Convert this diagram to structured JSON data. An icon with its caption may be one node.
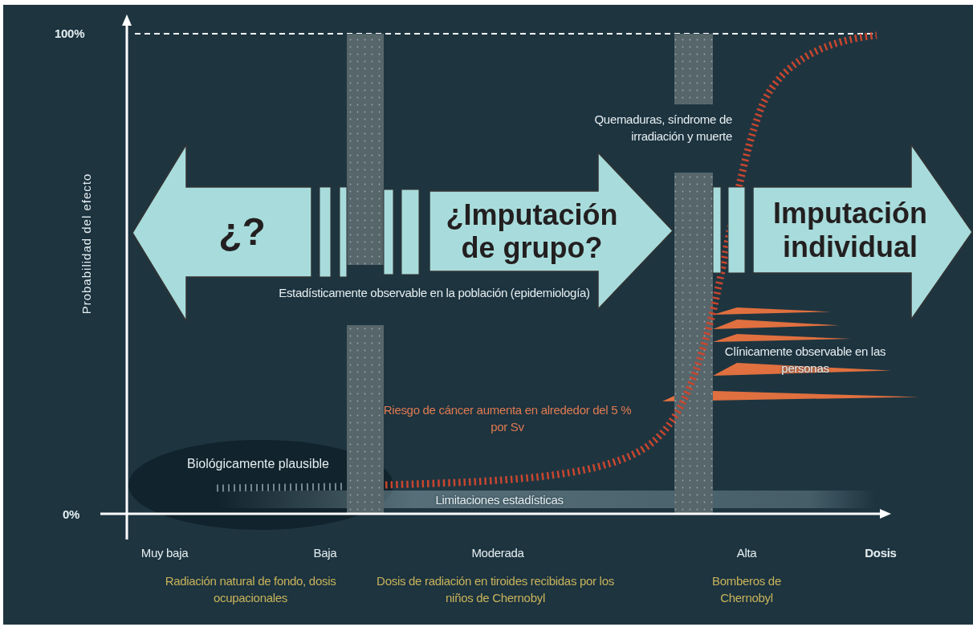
{
  "diagram": {
    "nodes": [
      {
        "text": [
          "¿?"
        ]
      },
      {
        "text": [
          "¿Imputación de grupo?"
        ]
      },
      {
        "text": [
          "Imputación individual"
        ]
      },
      {
        "text": [
          "Biológicamente plausible"
        ]
      }
    ],
    "labels": [
      "100%",
      "Quemaduras, síndrome de irradiación y muerte",
      "Probabilidad del efecto",
      "Estadísticamente observable en la población (epidemiología)",
      "Clínicamente observable en las personas",
      "Riesgo de cáncer aumenta en alrededor del 5 % por Sv",
      "Limitaciones estadísticas",
      "0%",
      "Muy baja",
      "Baja",
      "Moderada",
      "Alta",
      "Dosis",
      "Radiación natural de fondo, dosis ocupacionales",
      "Dosis de radiación en tiroides recibidas por los niños de Chernobyl",
      "Bomberos de Chernobyl"
    ]
  }
}
